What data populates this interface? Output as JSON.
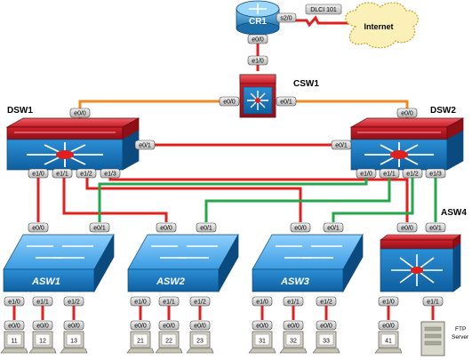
{
  "devices": {
    "cr1": "CR1",
    "csw1": "CSW1",
    "dsw1": "DSW1",
    "dsw2": "DSW2",
    "asw1": "ASW1",
    "asw2": "ASW2",
    "asw3": "ASW3",
    "asw4": "ASW4",
    "internet": "Internet",
    "dlci": "DLCI 101",
    "ftp": "FTP Server"
  },
  "ports": {
    "cr1_s20": "s2/0",
    "cr1_e00": "e0/0",
    "csw1_e10": "e1/0",
    "csw1_e00": "e0/0",
    "csw1_e01": "e0/1",
    "dsw1_e00": "e0/0",
    "dsw1_e01": "e0/1",
    "dsw1_e10": "e1/0",
    "dsw1_e11": "e1/1",
    "dsw1_e12": "e1/2",
    "dsw1_e13": "e1/3",
    "dsw2_e00": "e0/0",
    "dsw2_e01": "e0/1",
    "dsw2_e10": "e1/0",
    "dsw2_e11": "e1/1",
    "dsw2_e12": "e1/2",
    "dsw2_e13": "e1/3",
    "asw1_e00": "e0/0",
    "asw1_e01": "e0/1",
    "asw1_e10": "e1/0",
    "asw1_e11": "e1/1",
    "asw1_e12": "e1/2",
    "asw2_e00": "e0/0",
    "asw2_e01": "e0/1",
    "asw2_e10": "e1/0",
    "asw2_e11": "e1/1",
    "asw2_e12": "e1/2",
    "asw3_e00": "e0/0",
    "asw3_e01": "e0/1",
    "asw3_e10": "e1/0",
    "asw3_e11": "e1/1",
    "asw3_e12": "e1/2",
    "asw4_e00": "e0/0",
    "asw4_e01": "e0/1",
    "asw4_e10": "e1/0",
    "asw4_e11": "e1/1",
    "pc_e00": "e0/0"
  },
  "pcs": [
    "11",
    "12",
    "13",
    "21",
    "22",
    "23",
    "31",
    "32",
    "33",
    "41"
  ],
  "colors": {
    "red_link": "#e0201c",
    "green_link": "#22a84a",
    "orange_link": "#f08a24",
    "switch_blue": "#1e7fc4",
    "switch_red": "#c8202a"
  }
}
